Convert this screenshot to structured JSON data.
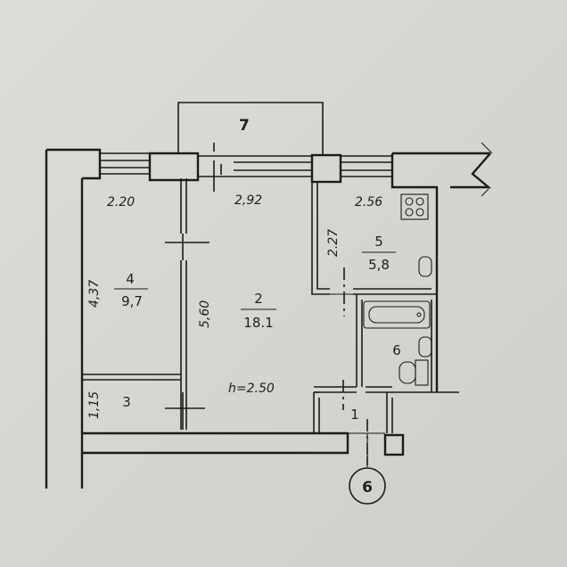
{
  "rooms": [
    {
      "id": "1",
      "number": "1",
      "area": ""
    },
    {
      "id": "2",
      "number": "2",
      "area": "18.1"
    },
    {
      "id": "3",
      "number": "3",
      "area": ""
    },
    {
      "id": "4",
      "number": "4",
      "area": "9,7"
    },
    {
      "id": "5",
      "number": "5",
      "area": "5,8"
    },
    {
      "id": "6",
      "number": "6",
      "area": ""
    },
    {
      "id": "7",
      "number": "7",
      "area": ""
    }
  ],
  "dimensions": {
    "room4_width": "2.20",
    "room2_width": "2,92",
    "room5_width": "2.56",
    "room4_length": "4,37",
    "room2_length": "5,60",
    "room5_length": "2.27",
    "room3_length": "1,15"
  },
  "ceiling_height": "h=2.50",
  "axis_marker": "6"
}
